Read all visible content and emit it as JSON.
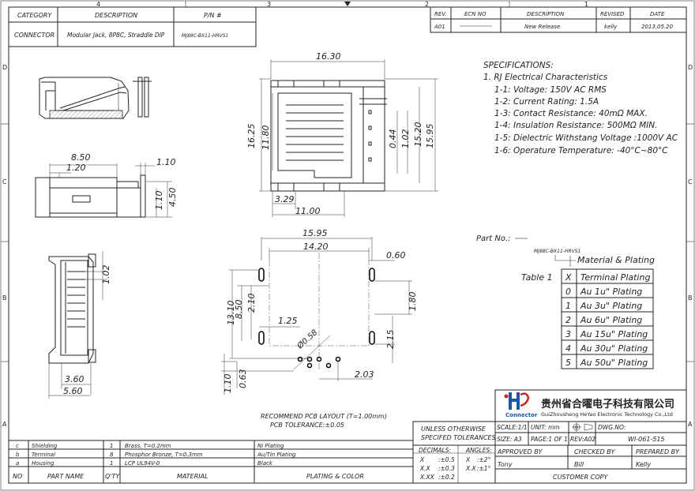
{
  "border": {
    "top_numbers": [
      "4",
      "3",
      "2",
      "1"
    ],
    "side_letters": [
      "D",
      "C",
      "B",
      "A"
    ]
  },
  "title_block_top_left": {
    "headers": [
      "CATEGORY",
      "DESCRIPTION",
      "P/N #"
    ],
    "values": [
      "CONNECTOR",
      "Modular Jack, 8P8C, Straddle DIP",
      "MJ88C-BX11-HRVS1"
    ]
  },
  "revision_table": {
    "headers": [
      "REV.",
      "ECN NO",
      "DESCRIPTION",
      "REVISED",
      "DATE"
    ],
    "rows": [
      [
        "A01",
        "",
        "New Release",
        "kelly",
        "2013.05.20"
      ]
    ]
  },
  "specifications": {
    "title": "SPECIFICATIONS:",
    "section": "1. RJ Electrical Characteristics",
    "items": [
      "1-1: Voltage: 150V AC RMS",
      "1-2: Current Rating: 1.5A",
      "1-3: Contact Resistance: 40mΩ MAX.",
      "1-4: Insulation Resistance: 500MΩ MIN.",
      "1-5: Dielectric Withstang Voltage :1000V AC",
      "1-6: Operature Temperature: -40°C~80°C"
    ]
  },
  "part_no": {
    "label": "Part No.:",
    "value": "MJ88C-BX11-HRVS1",
    "material_label": "Material & Plating"
  },
  "plating_table": {
    "caption": "Table 1",
    "header": [
      "X",
      "Terminal Plating"
    ],
    "rows": [
      [
        "0",
        "Au 1u\" Plating"
      ],
      [
        "1",
        "Au 3u\" Plating"
      ],
      [
        "2",
        "Au 6u\" Plating"
      ],
      [
        "3",
        "Au 15u\" Plating"
      ],
      [
        "4",
        "Au 30u\" Plating"
      ],
      [
        "5",
        "Au 50u\" Plating"
      ]
    ]
  },
  "dimensions": {
    "front_width": "16.30",
    "front_height": "16.25",
    "front_inner_height": "11.80",
    "front_right_height": "15.95",
    "front_right_inner": "15.20",
    "front_pin_pitch": "1.02",
    "front_pin_width": "0.44",
    "front_offset": "3.29",
    "front_bottom_width": "11.00",
    "side_width": "8.50",
    "side_small": "1.20",
    "side_right_small": "1.10",
    "side_height": "4.50",
    "side_height_small": "1.10",
    "bottom_pitch": "1.02",
    "bottom_width_small": "3.60",
    "bottom_width": "5.60",
    "pcb_width": "15.95",
    "pcb_inner_width": "14.20",
    "pcb_slot": "0.60",
    "pcb_height": "13.10",
    "pcb_h2": "8.50",
    "pcb_h3": "2.10",
    "pcb_slot_w": "1.25",
    "pcb_hole": "Ø0.58",
    "pcb_right_h": "1.80",
    "pcb_right_h2": "2.15",
    "pcb_pitch": "2.03",
    "pcb_bottom_left": "1.10",
    "pcb_bottom_left2": "0.63"
  },
  "pcb_note": {
    "line1": "RECOMMEND PCB LAYOUT (T=1.00mm)",
    "line2": "PCB TOLERANCE:±0.05"
  },
  "bom": {
    "rows": [
      [
        "c",
        "Shielding",
        "1",
        "Brass, T=0.2mm",
        "Ni Plating"
      ],
      [
        "b",
        "Terminal",
        "8",
        "Phosphor Bronze, T=0.3mm",
        "Au/Tin Plating"
      ],
      [
        "a",
        "Housing",
        "1",
        "LCP UL94V-0",
        "Black"
      ]
    ],
    "headers": [
      "NO",
      "PART NAME",
      "Q'TY",
      "MATERIAL",
      "PLATING & COLOR"
    ]
  },
  "company": {
    "logo_text": "Connector",
    "name_cn": "贵州省合曜电子科技有限公司",
    "name_en": "GuiZhousheng HeYao Electronic Technology Co.,Ltd"
  },
  "title_block": {
    "tolerance_note_1": "UNLESS OTHERWISE",
    "tolerance_note_2": "SPECIFED TOLERANCES",
    "scale": "SCALE:1/1",
    "unit": "UNIT: mm",
    "dwg_no_label": "DWG.NO:",
    "dwg_no": "WI-061-515",
    "size": "SIZE: A3",
    "page": "PAGE:1 OF 1",
    "rev": "REV:A02",
    "decimals_label": "DECIMALS:",
    "angles_label": "ANGLES:",
    "dec_rows": [
      [
        "X",
        ":±0.5"
      ],
      [
        "X.X",
        ":±0.3"
      ],
      [
        "X.XX",
        ":±0.2"
      ]
    ],
    "ang_rows": [
      [
        "X",
        ":±2°"
      ],
      [
        "X.X",
        ":±1°"
      ]
    ],
    "approved_by": "APPROVED BY",
    "checked_by": "CHECKED BY",
    "prepared_by": "PREPARED BY",
    "approver": "Tony",
    "checker": "Bill",
    "preparer": "Kelly",
    "customer_copy": "CUSTOMER COPY"
  }
}
